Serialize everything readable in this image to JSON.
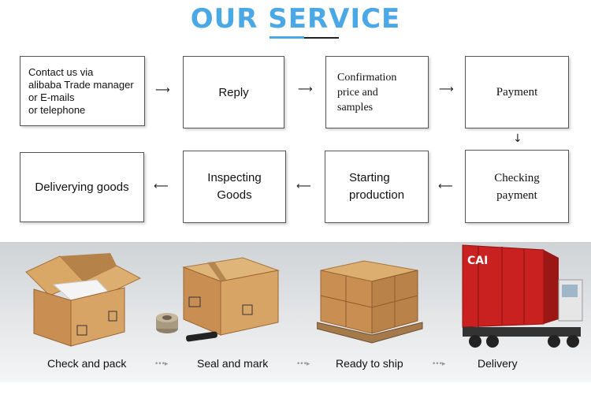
{
  "title": "OUR SERVICE",
  "steps": [
    {
      "lines": [
        "Contact us via",
        "alibaba Trade manager",
        "or E-mails",
        "or telephone"
      ]
    },
    {
      "lines": [
        "Reply"
      ]
    },
    {
      "lines": [
        "Confirmation",
        "price and",
        "samples"
      ]
    },
    {
      "lines": [
        "Payment"
      ]
    },
    {
      "lines": [
        "Checking",
        "payment"
      ]
    },
    {
      "lines": [
        "Starting",
        "production"
      ]
    },
    {
      "lines": [
        "Inspecting",
        "Goods"
      ]
    },
    {
      "lines": [
        "Deliverying goods"
      ]
    }
  ],
  "logistics": {
    "captions": [
      "Check and pack",
      "Seal and mark",
      "Ready to ship",
      "Delivery"
    ],
    "container_logo": "CAI"
  },
  "colors": {
    "title": "#4aa8e6",
    "container": "#c8211f",
    "box": "#c9935a"
  }
}
